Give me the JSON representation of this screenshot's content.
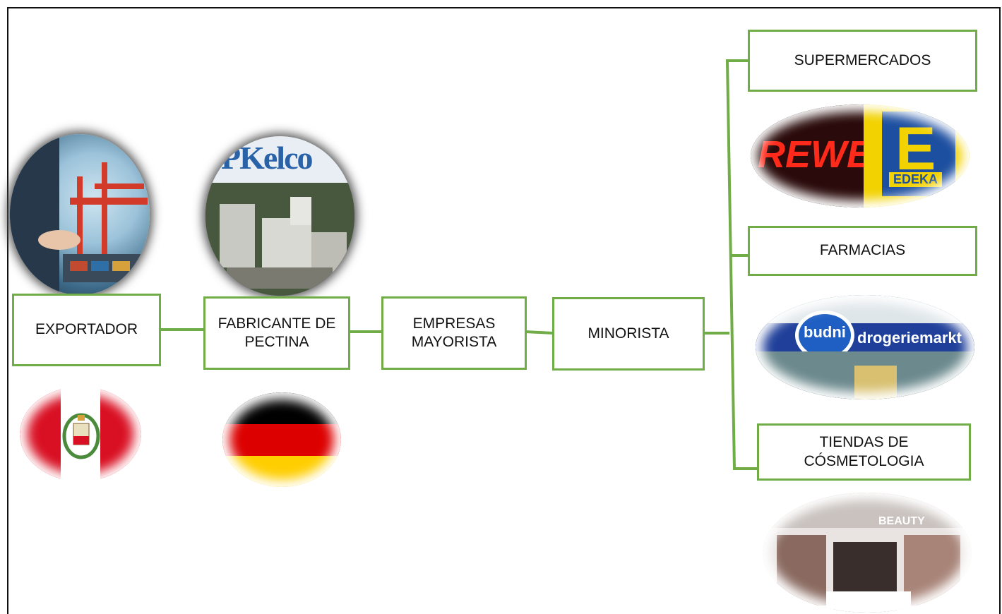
{
  "nodes": {
    "exportador": "EXPORTADOR",
    "fabricante": "FABRICANTE DE\nPECTINA",
    "mayorista": "EMPRESAS\nMAYORISTA",
    "minorista": "MINORISTA",
    "supermercados": "SUPERMERCADOS",
    "farmacias": "FARMACIAS",
    "cosmetologia": "TIENDAS DE\nCÓSMETOLOGIA"
  },
  "images": {
    "kelco_text": "PKelco",
    "rewe_text": "REWE",
    "edeka_text": "EDEKA",
    "budni_text": "budni",
    "drogerie_text": "drogeriemarkt",
    "beauty_text": "BEAUTY"
  },
  "colors": {
    "connector": "#70ad47",
    "box_border": "#70ad47"
  }
}
